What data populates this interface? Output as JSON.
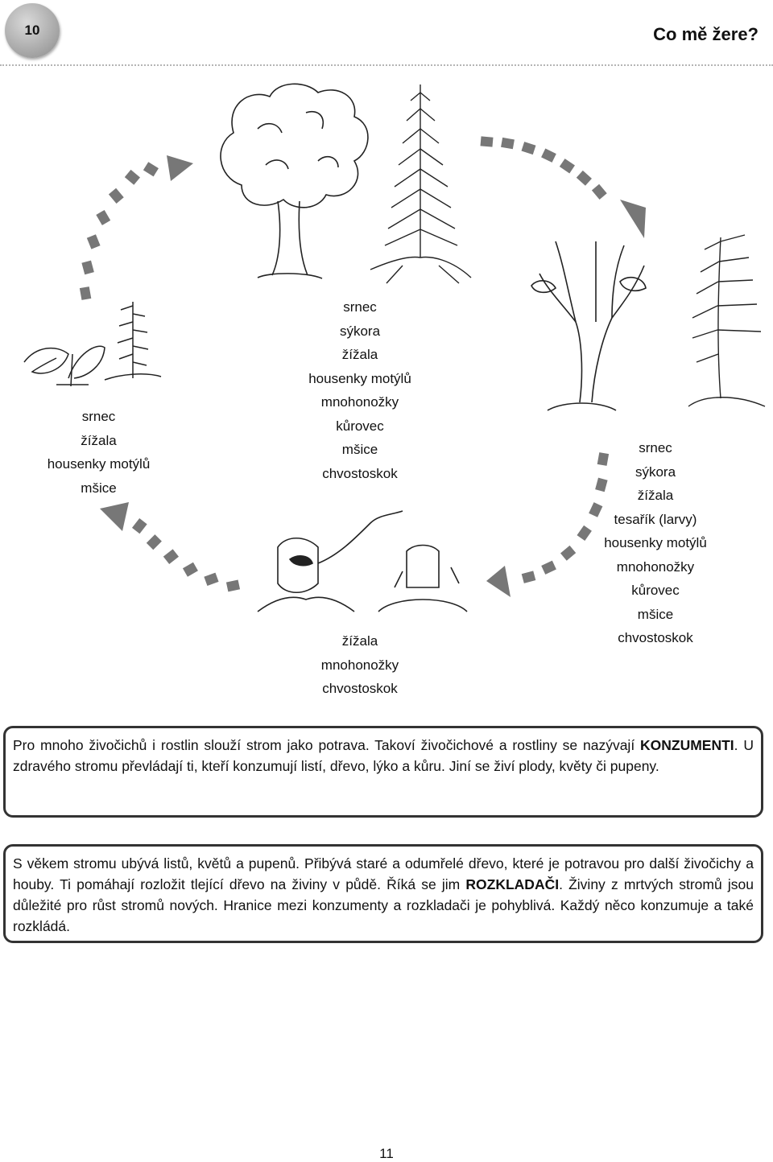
{
  "header": {
    "page_badge": "10",
    "title": "Co mě žere?"
  },
  "stages": {
    "seedling": [
      "srnec",
      "žížala",
      "housenky motýlů",
      "mšice"
    ],
    "mature": [
      "srnec",
      "sýkora",
      "žížala",
      "housenky motýlů",
      "mnohonožky",
      "kůrovec",
      "mšice",
      "chvostoskok"
    ],
    "old": [
      "srnec",
      "sýkora",
      "žížala",
      "tesařík (larvy)",
      "housenky motýlů",
      "mnohonožky",
      "kůrovec",
      "mšice",
      "chvostoskok"
    ],
    "dead": [
      "žížala",
      "mnohonožky",
      "chvostoskok"
    ]
  },
  "box1": {
    "part1": "Pro mnoho živočichů i rostlin slouží strom jako potrava. Takoví živočichové a rostliny se nazývají ",
    "bold1": "KONZUMENTI",
    "part2": ". U zdravého stromu převládají ti, kteří konzumují listí, dřevo, lýko a kůru. Jiní se živí plody, květy či pupeny."
  },
  "box2": {
    "part1": "S věkem stromu ubývá listů, květů a pupenů. Přibývá staré a odumřelé dřevo, které je potravou pro další živočichy a houby. Ti pomáhají rozložit tlející dřevo na živiny v půdě. Říká se jim ",
    "bold1": "ROZKLADAČI",
    "part2": ". Živiny z mrtvých stromů jsou důležité pro růst stromů nových. Hranice mezi konzumenty a rozkladači je pohyblivá. Každý něco konzumuje a také rozkládá."
  },
  "footer": {
    "page_number": "11"
  }
}
